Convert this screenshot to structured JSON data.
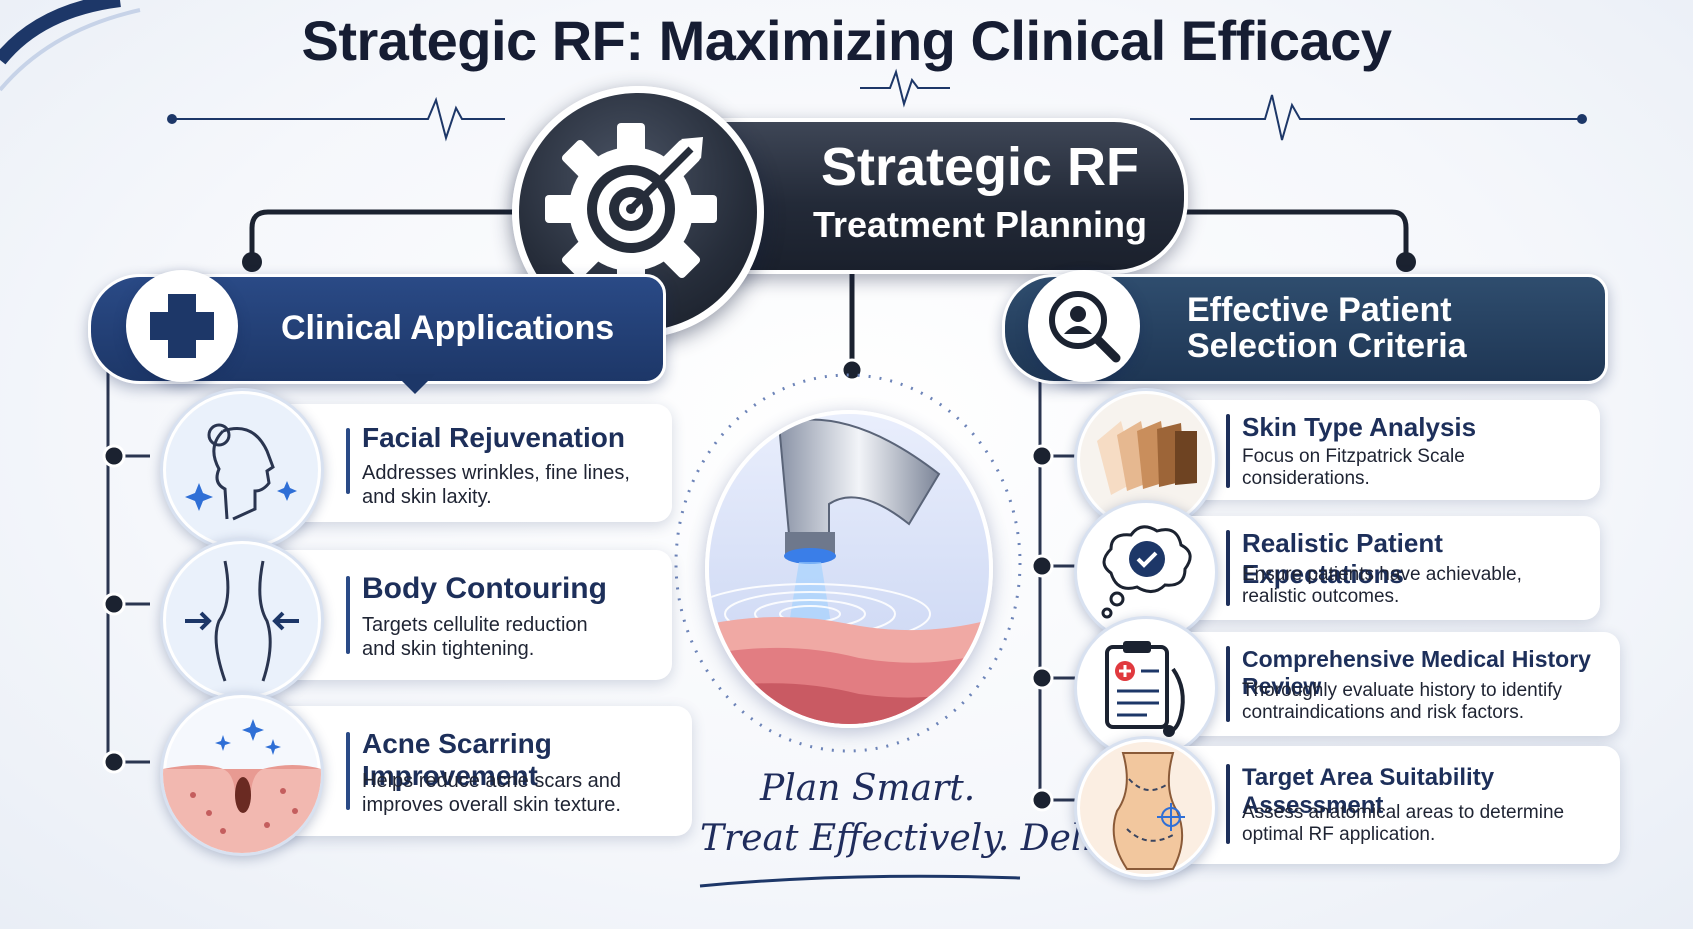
{
  "title": "Strategic RF: Maximizing Clinical Efficacy",
  "hub": {
    "title": "Strategic RF",
    "subtitle": "Treatment Planning",
    "icon": "target-gear-icon"
  },
  "left_section": {
    "title": "Clinical Applications",
    "icon": "medical-cross-icon",
    "items": [
      {
        "title": "Facial Rejuvenation",
        "desc_line1": "Addresses wrinkles, fine lines,",
        "desc_line2": "and skin laxity.",
        "icon": "face-profile-icon"
      },
      {
        "title": "Body Contouring",
        "desc_line1": "Targets cellulite reduction",
        "desc_line2": "and skin tightening.",
        "icon": "body-contour-icon"
      },
      {
        "title": "Acne Scarring Improvement",
        "desc_line1": "Helps reduce acne scars and",
        "desc_line2": "improves overall skin texture.",
        "icon": "skin-scar-icon"
      }
    ]
  },
  "right_section": {
    "title_line1": "Effective Patient",
    "title_line2": "Selection Criteria",
    "icon": "person-search-icon",
    "items": [
      {
        "title": "Skin Type Analysis",
        "desc_line1": "Focus on Fitzpatrick Scale",
        "desc_line2": "considerations.",
        "icon": "skin-tone-swatch-icon"
      },
      {
        "title": "Realistic Patient Expectations",
        "desc_line1": "Ensure patients have achievable,",
        "desc_line2": "realistic outcomes.",
        "icon": "thought-check-icon"
      },
      {
        "title": "Comprehensive Medical History Review",
        "desc_line1": "Thoroughly evaluate history to identify",
        "desc_line2": "contraindications and risk factors.",
        "icon": "clipboard-stethoscope-icon"
      },
      {
        "title": "Target Area Suitability Assessment",
        "desc_line1": "Assess anatomical areas to determine",
        "desc_line2": "optimal RF application.",
        "icon": "body-target-icon"
      }
    ]
  },
  "center": {
    "device_icon": "rf-device-icon",
    "slogan_line1": "Plan Smart.",
    "slogan_line2": "Treat Effectively. Deliver Results."
  },
  "colors": {
    "navy": "#1d3768",
    "dark_hub": "#232a38",
    "accent_blue": "#2a4a86",
    "title_text": "#161d33"
  }
}
